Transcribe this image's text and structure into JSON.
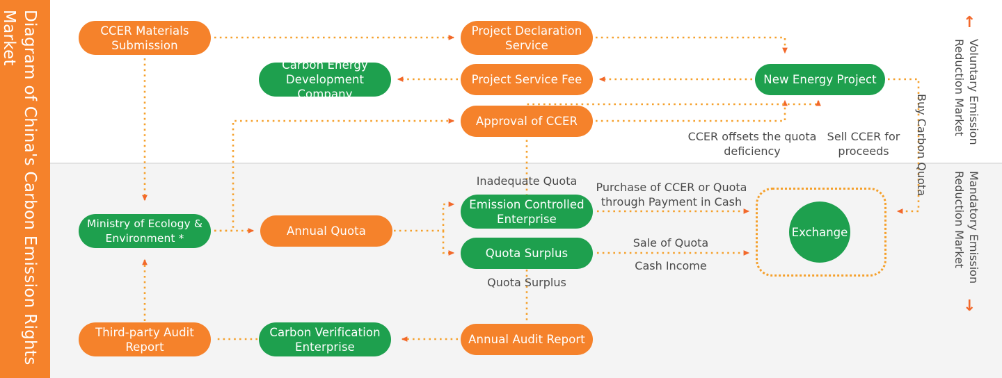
{
  "title": "Diagram of China's Carbon Emission Rights Market",
  "colors": {
    "orange": "#f5822b",
    "green": "#1ea04e",
    "arrow": "#f2682a",
    "dotted": "#f5a02b",
    "text": "#4a4a4a",
    "band_top": "#ffffff",
    "band_bottom": "#f4f4f4"
  },
  "markets": {
    "voluntary": "Voluntary Emission\nReduction Market",
    "voluntary_arrow": "↑",
    "mandatory": "Mandatory Emission\nReduction Market",
    "mandatory_arrow": "↓"
  },
  "nodes": {
    "ccer_materials_submission": "CCER Materials\nSubmission",
    "project_declaration_service": "Project Declaration\nService",
    "new_energy_project": "New Energy Project",
    "carbon_energy_development_company": "Carbon Energy\nDevelopment Company",
    "project_service_fee": "Project Service Fee",
    "approval_of_ccer": "Approval of CCER",
    "ministry_of_ecology": "Ministry of\nEcology & Environment *",
    "annual_quota": "Annual Quota",
    "emission_controlled_enterprise": "Emission Controlled\nEnterprise",
    "quota_surplus": "Quota Surplus",
    "exchange": "Exchange",
    "third_party_audit_report": "Third-party Audit\nReport",
    "carbon_verification_enterprise": "Carbon Verification\nEnterprise",
    "annual_audit_report": "Annual Audit Report"
  },
  "edge_labels": {
    "ccer_offsets": "CCER offsets the quota\ndeficiency",
    "sell_ccer": "Sell CCER for\nproceeds",
    "buy_carbon_quota": "Buy Carbon Quota",
    "inadequate_quota": "Inadequate Quota",
    "quota_surplus_lower": "Quota Surplus",
    "purchase_ccer": "Purchase of CCER or Quota\nthrough Payment in Cash",
    "sale_of_quota": "Sale of Quota",
    "cash_income": "Cash Income"
  }
}
